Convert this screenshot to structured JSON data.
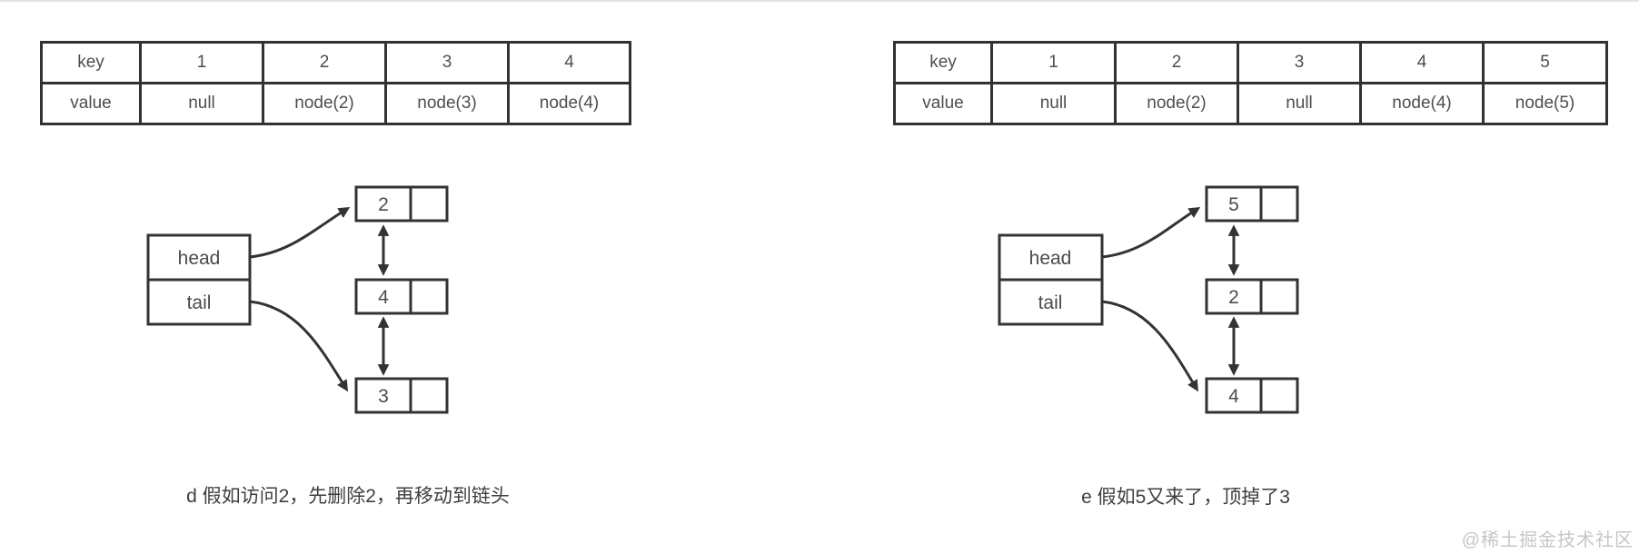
{
  "page": {
    "watermark": "@稀土掘金技术社区"
  },
  "colors": {
    "line": "#333333",
    "table_text": "#4e4e4e",
    "caption_text": "#3e3e3e",
    "watermark_text": "#c6c6c6"
  },
  "left": {
    "table": {
      "rows": [
        {
          "cells": [
            "key",
            "1",
            "2",
            "3",
            "4"
          ]
        },
        {
          "cells": [
            "value",
            "null",
            "node(2)",
            "node(3)",
            "node(4)"
          ]
        }
      ]
    },
    "diagram": {
      "head_label": "head",
      "tail_label": "tail",
      "nodes": [
        "2",
        "4",
        "3"
      ]
    },
    "caption": "d 假如访问2，先删除2，再移动到链头"
  },
  "right": {
    "table": {
      "rows": [
        {
          "cells": [
            "key",
            "1",
            "2",
            "3",
            "4",
            "5"
          ]
        },
        {
          "cells": [
            "value",
            "null",
            "node(2)",
            "null",
            "node(4)",
            "node(5)"
          ]
        }
      ]
    },
    "diagram": {
      "head_label": "head",
      "tail_label": "tail",
      "nodes": [
        "5",
        "2",
        "4"
      ]
    },
    "caption": "e 假如5又来了，顶掉了3"
  }
}
